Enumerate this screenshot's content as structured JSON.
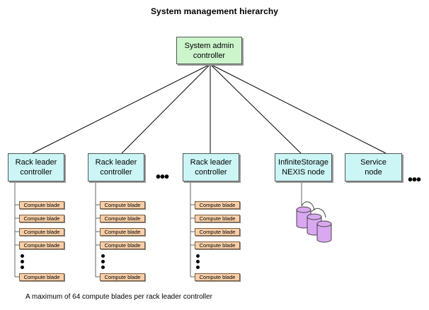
{
  "title": "System management hierarchy",
  "root": {
    "label_line1": "System admin",
    "label_line2": "controller",
    "color": "#ccf5cc"
  },
  "children": [
    {
      "id": "rack1",
      "label_line1": "Rack leader",
      "label_line2": "controller",
      "color": "#ccf5f5"
    },
    {
      "id": "rack2",
      "label_line1": "Rack leader",
      "label_line2": "controller",
      "color": "#ccf5f5"
    },
    {
      "id": "rack3",
      "label_line1": "Rack leader",
      "label_line2": "controller",
      "color": "#ccf5f5"
    },
    {
      "id": "storage",
      "label_line1": "InfiniteStorage",
      "label_line2": "NEXIS node",
      "color": "#ccf5f5"
    },
    {
      "id": "service",
      "label_line1": "Service",
      "label_line2": "node",
      "color": "#ccf5f5"
    }
  ],
  "blade_label": "Compute blade",
  "blade_color": "#f7cfa8",
  "storage_disk_color": "#d9a8f0",
  "ellipsis": "•••",
  "footnote": "A maximum of 64 compute blades per rack leader controller"
}
